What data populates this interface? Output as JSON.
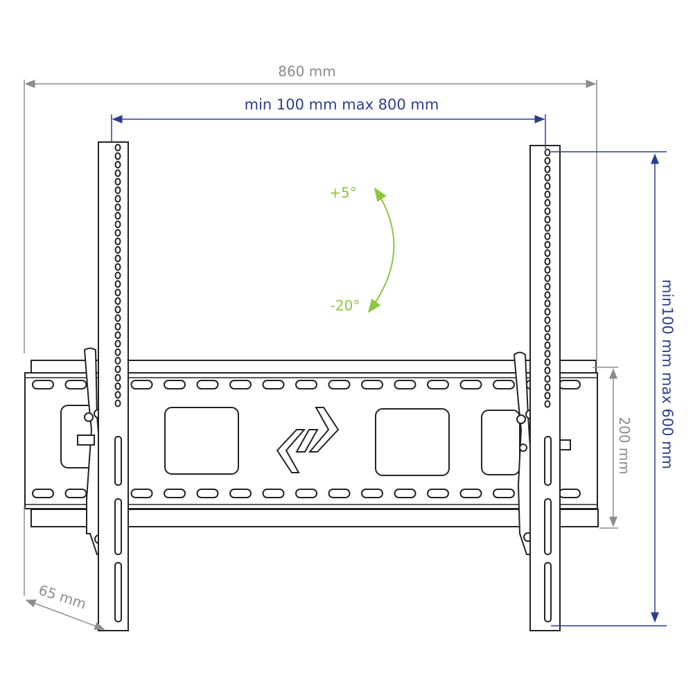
{
  "title": "Tilting TV wall mount dimension drawing",
  "colors": {
    "dimension_gray": "#8c8c8c",
    "dimension_blue": "#2a3f8c",
    "tilt_green": "#8cc63f",
    "line": "#222222"
  },
  "dimensions": {
    "overall_width": "860 mm",
    "vesa_horizontal": "min 100 mm max 800 mm",
    "vesa_vertical": "min100 mm max 600 mm",
    "plate_height": "200 mm",
    "depth": "65 mm"
  },
  "tilt": {
    "up": "+5°",
    "down": "-20°"
  }
}
